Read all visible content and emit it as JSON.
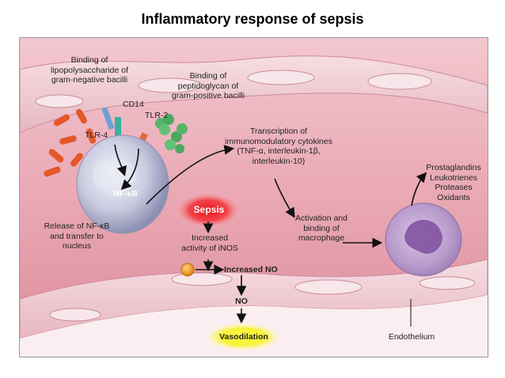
{
  "title": "Inflammatory response of sepsis",
  "labels": {
    "binding_gram_neg": "Binding of\nlipopolysaccharide of\ngram-negative bacilli",
    "binding_gram_pos": "Binding of\npeptidoglycan of\ngram-positive bacilli",
    "cd14": "CD14",
    "tlr2": "TLR-2",
    "tlr4": "TLR-4",
    "nfkb": "NF-κB",
    "release_nfkb": "Release of NF-κB\nand transfer to\nnucleus",
    "transcription": "Transcription of\nimmunomodulatory cytokines\n(TNF-α, interleukin-1β,\ninterleukin-10)",
    "sepsis": "Sepsis",
    "increased_inos": "Increased\nactivity of iNOS",
    "increased_no": "Increased NO",
    "no": "NO",
    "vasodilation": "Vasodilation",
    "activation_macrophage": "Activation and\nbinding of\nmacrophage",
    "mediators": "Prostaglandins\nLeukotrienes\nProteases\nOxidants",
    "endothelium": "Endothelium"
  }
}
